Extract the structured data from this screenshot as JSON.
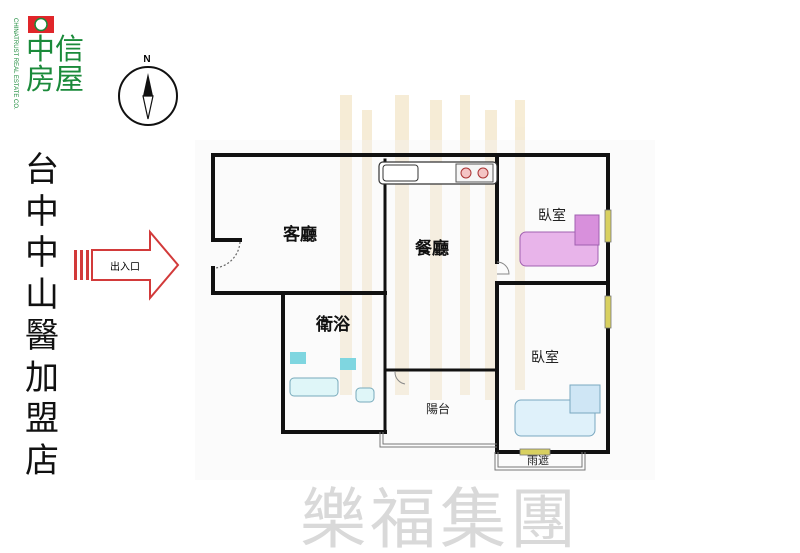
{
  "logo": {
    "name": "中信房屋",
    "subtitle": "CHINATRUST REAL ESTATE CO.",
    "brand_color": "#1a8a3a",
    "emblem_color": "#e0262a"
  },
  "compass": {
    "label": "N"
  },
  "store_name": [
    "台",
    "中",
    "中",
    "山",
    "醫",
    "加",
    "盟",
    "店"
  ],
  "entrance": {
    "label": "出入口"
  },
  "rooms": {
    "living": "客廳",
    "dining": "餐廳",
    "bedroom1": "臥室",
    "bedroom2": "臥室",
    "bathroom": "衛浴",
    "balcony": "陽台",
    "rain_shelter": "雨遮"
  },
  "watermark": "樂福集團",
  "colors": {
    "wall": "#111111",
    "window": "#d8d060",
    "watermark_bars": "#f3e4c4",
    "watermark_text": "#d8d8d8"
  }
}
